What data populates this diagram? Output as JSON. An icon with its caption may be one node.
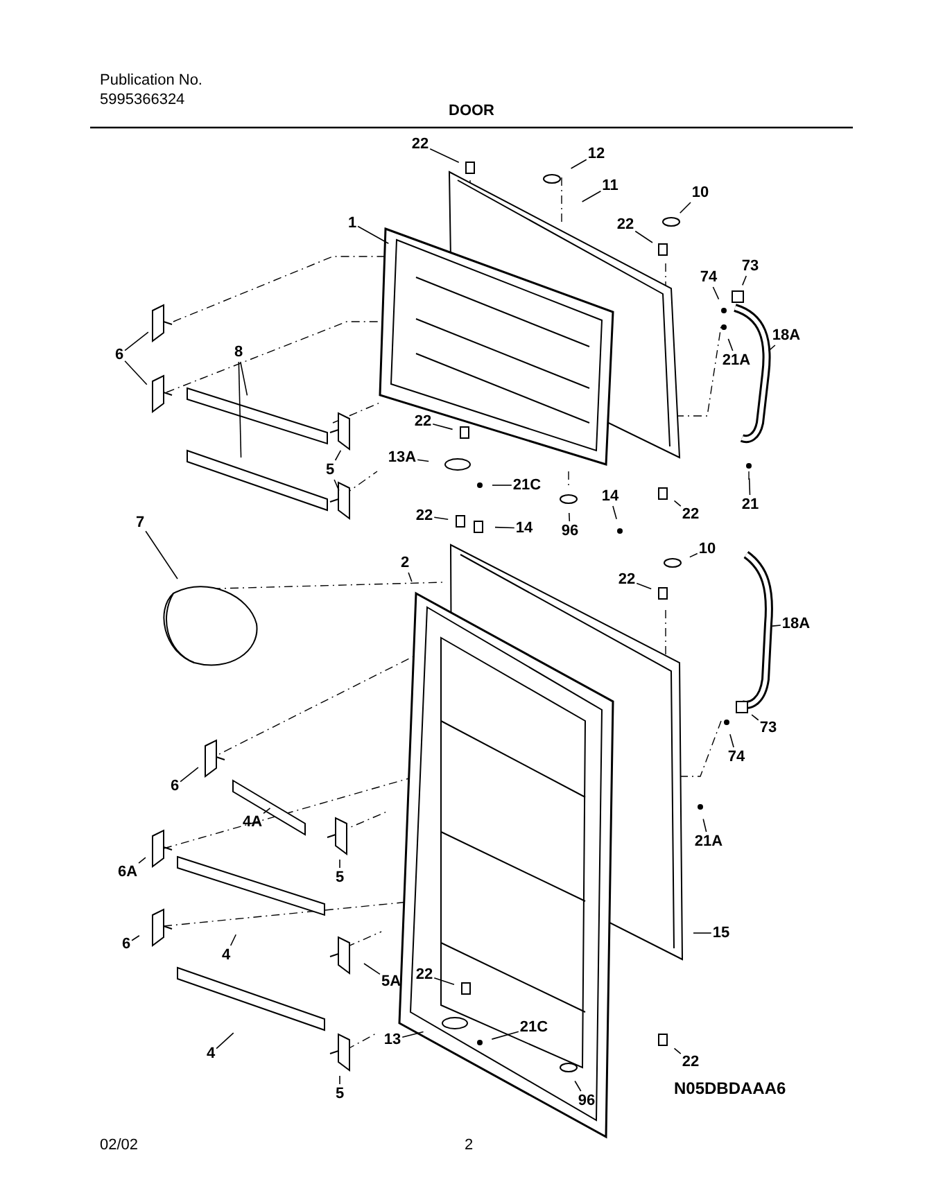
{
  "diagram": {
    "title": "DOOR",
    "nodes": [
      {
        "text": [
          "22"
        ]
      },
      {
        "text": [
          "12"
        ]
      },
      {
        "text": [
          "11"
        ]
      },
      {
        "text": [
          "1"
        ]
      },
      {
        "text": [
          "10"
        ]
      },
      {
        "text": [
          "22"
        ]
      },
      {
        "text": [
          "74"
        ]
      },
      {
        "text": [
          "73"
        ]
      },
      {
        "text": [
          "6"
        ]
      },
      {
        "text": [
          "18A"
        ]
      },
      {
        "text": [
          "21A"
        ]
      },
      {
        "text": [
          "8"
        ]
      },
      {
        "text": [
          "22"
        ]
      },
      {
        "text": [
          "5"
        ]
      },
      {
        "text": [
          "13A"
        ]
      },
      {
        "text": [
          "21C"
        ]
      },
      {
        "text": [
          "21"
        ]
      },
      {
        "text": [
          "22"
        ]
      },
      {
        "text": [
          "96"
        ]
      },
      {
        "text": [
          "22"
        ]
      },
      {
        "text": [
          "14"
        ]
      },
      {
        "text": [
          "14"
        ]
      },
      {
        "text": [
          "10"
        ]
      },
      {
        "text": [
          "22"
        ]
      },
      {
        "text": [
          "7"
        ]
      },
      {
        "text": [
          "2"
        ]
      },
      {
        "text": [
          "18A"
        ]
      },
      {
        "text": [
          "73"
        ]
      },
      {
        "text": [
          "6"
        ]
      },
      {
        "text": [
          "74"
        ]
      },
      {
        "text": [
          "4A"
        ]
      },
      {
        "text": [
          "21A"
        ]
      },
      {
        "text": [
          "6A"
        ]
      },
      {
        "text": [
          "5"
        ]
      },
      {
        "text": [
          "15"
        ]
      },
      {
        "text": [
          "4"
        ]
      },
      {
        "text": [
          "6"
        ]
      },
      {
        "text": [
          "5A"
        ]
      },
      {
        "text": [
          "22"
        ]
      },
      {
        "text": [
          "13"
        ]
      },
      {
        "text": [
          "21C"
        ]
      },
      {
        "text": [
          "4"
        ]
      },
      {
        "text": [
          "5"
        ]
      },
      {
        "text": [
          "22"
        ]
      },
      {
        "text": [
          "96"
        ]
      }
    ],
    "edges": [
      {
        "from": 0,
        "to": null,
        "arrow": "none"
      },
      {
        "from": 1,
        "to": null,
        "arrow": "none"
      },
      {
        "from": 2,
        "to": null,
        "arrow": "none"
      },
      {
        "from": 3,
        "to": null,
        "arrow": "none"
      },
      {
        "from": 4,
        "to": null,
        "arrow": "none"
      },
      {
        "from": 5,
        "to": null,
        "arrow": "none"
      },
      {
        "from": 6,
        "to": null,
        "arrow": "none"
      },
      {
        "from": 7,
        "to": null,
        "arrow": "none"
      },
      {
        "from": 8,
        "to": null,
        "arrow": "none"
      },
      {
        "from": 8,
        "to": null,
        "arrow": "none"
      },
      {
        "from": 9,
        "to": null,
        "arrow": "none"
      },
      {
        "from": 10,
        "to": null,
        "arrow": "none"
      },
      {
        "from": 11,
        "to": null,
        "arrow": "none"
      },
      {
        "from": 11,
        "to": null,
        "arrow": "none"
      },
      {
        "from": 12,
        "to": null,
        "arrow": "none"
      },
      {
        "from": 13,
        "to": null,
        "arrow": "none"
      },
      {
        "from": 13,
        "to": null,
        "arrow": "none"
      },
      {
        "from": 14,
        "to": null,
        "arrow": "none"
      },
      {
        "from": 15,
        "to": null,
        "arrow": "none"
      },
      {
        "from": 16,
        "to": null,
        "arrow": "none"
      },
      {
        "from": 17,
        "to": null,
        "arrow": "none"
      },
      {
        "from": 18,
        "to": null,
        "arrow": "none"
      },
      {
        "from": 19,
        "to": null,
        "arrow": "none"
      },
      {
        "from": 20,
        "to": null,
        "arrow": "none"
      },
      {
        "from": 21,
        "to": null,
        "arrow": "none"
      },
      {
        "from": 22,
        "to": null,
        "arrow": "none"
      },
      {
        "from": 23,
        "to": null,
        "arrow": "none"
      },
      {
        "from": 24,
        "to": null,
        "arrow": "none"
      },
      {
        "from": 25,
        "to": null,
        "arrow": "none"
      },
      {
        "from": 26,
        "to": null,
        "arrow": "none"
      },
      {
        "from": 27,
        "to": null,
        "arrow": "none"
      },
      {
        "from": 28,
        "to": null,
        "arrow": "none"
      },
      {
        "from": 29,
        "to": null,
        "arrow": "none"
      },
      {
        "from": 30,
        "to": null,
        "arrow": "none"
      },
      {
        "from": 31,
        "to": null,
        "arrow": "none"
      },
      {
        "from": 32,
        "to": null,
        "arrow": "none"
      },
      {
        "from": 33,
        "to": null,
        "arrow": "none"
      },
      {
        "from": 34,
        "to": null,
        "arrow": "none"
      },
      {
        "from": 35,
        "to": null,
        "arrow": "none"
      },
      {
        "from": 36,
        "to": null,
        "arrow": "none"
      },
      {
        "from": 37,
        "to": null,
        "arrow": "none"
      },
      {
        "from": 38,
        "to": null,
        "arrow": "none"
      },
      {
        "from": 39,
        "to": null,
        "arrow": "none"
      },
      {
        "from": 40,
        "to": null,
        "arrow": "none"
      },
      {
        "from": 41,
        "to": null,
        "arrow": "none"
      },
      {
        "from": 42,
        "to": null,
        "arrow": "none"
      },
      {
        "from": 43,
        "to": null,
        "arrow": "none"
      },
      {
        "from": 44,
        "to": null,
        "arrow": "none"
      }
    ],
    "labels": [
      "Publication No.",
      "5995366324",
      "N05DBDAAA6",
      "02/02",
      "2"
    ]
  }
}
